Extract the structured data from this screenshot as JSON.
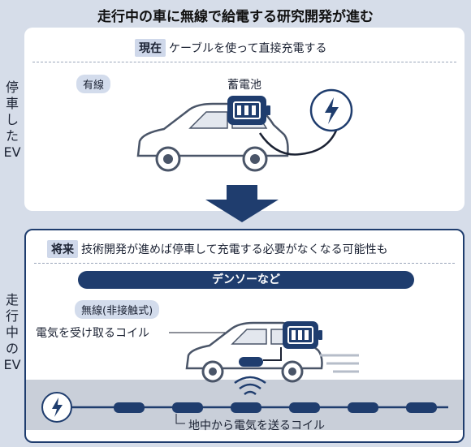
{
  "title": "走行中の車に無線で給電する研究開発が進む",
  "side_labels": {
    "top": "停車したEV",
    "bottom": "走行中のEV"
  },
  "top_panel": {
    "tag": "現在",
    "text": "ケーブルを使って直接充電する",
    "mode": "有線",
    "battery_label": "蓄電池"
  },
  "bottom_panel": {
    "tag": "将来",
    "text": "技術開発が進めば停車して充電する必要がなくなる可能性も",
    "banner": "デンソーなど",
    "mode": "無線(非接触式)",
    "car_coil_label": "電気を受け取るコイル",
    "ground_coil_label": "地中から電気を送るコイル"
  },
  "colors": {
    "navy": "#1f3d6e",
    "light_blue": "#d3dcec",
    "ground": "#c9cfd9"
  },
  "icons": [
    "battery-icon",
    "lightning-icon",
    "car-icon",
    "down-arrow-icon",
    "wifi-icon"
  ]
}
